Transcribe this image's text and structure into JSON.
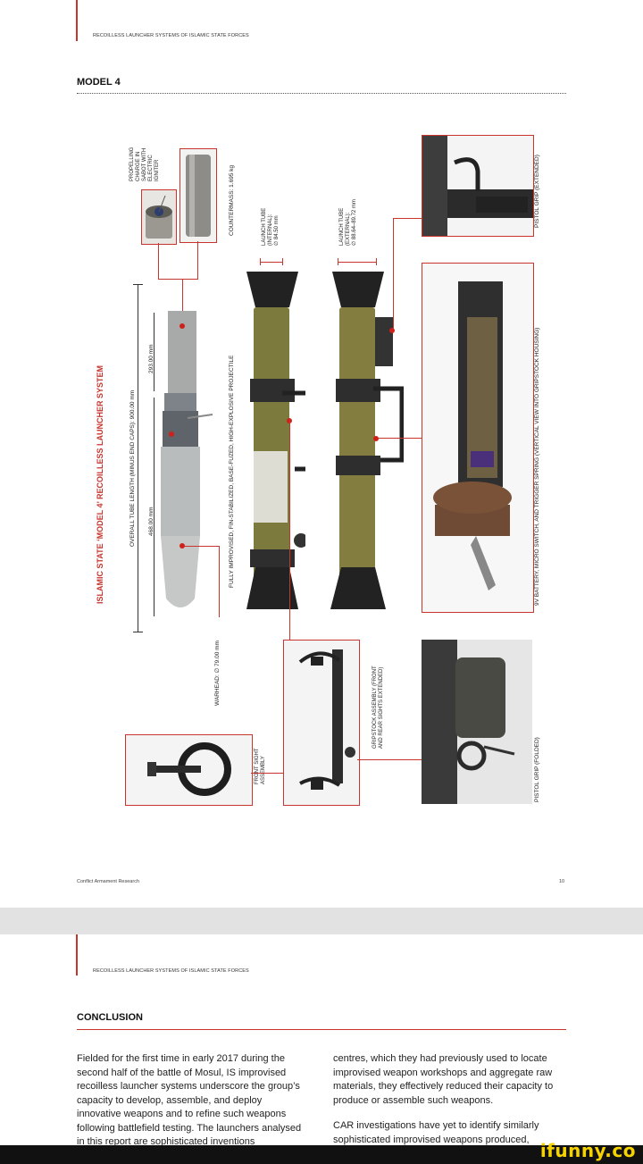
{
  "page1": {
    "running_head": "RECOILLESS LAUNCHER SYSTEMS OF ISLAMIC STATE FORCES",
    "section_title": "MODEL 4",
    "figure_title": "ISLAMIC STATE ‘MODEL 4’ RECOILLESS LAUNCHER SYSTEM",
    "labels": {
      "propelling": "PROPELLING\nCHARGE IN\nSABOT WITH\nELECTRIC\nIGNITER",
      "countermass": "COUNTERMASS: 1.695 kg",
      "tube_internal": "LAUNCH TUBE\n(INTERNAL):\n∅ 84.50 mm",
      "tube_external": "LAUNCH TUBE\n(EXTERNAL):\n∅ 88.64–89.72 mm",
      "pistol_extended": "PISTOL GRIP (EXTENDED)",
      "overall_length": "OVERALL TUBE LENGTH (MINUS END CAPS): 900.00 mm",
      "dim_293": "293.00 mm",
      "dim_468": "468.00 mm",
      "projectile": "FULLY IMPROVISED, FIN-STABILIZED, BASE-FUZED, HIGH-EXPLOSIVE PROJECTILE",
      "battery": "9V BATTERY, MICRO SWITCH, AND TRIGGER SPRING (VERTICAL VIEW INTO GRIPSTOCK HOUSING)",
      "warhead": "WARHEAD: ∅ 79.00 mm",
      "front_sight": "FRONT SIGHT\nASSEMBLY",
      "gripstock": "GRIPSTOCK ASSEMBLY (FRONT\nAND REAR SIGHTS EXTENDED)",
      "pistol_folded": "PISTOL GRIP (FOLDED)"
    },
    "footer_left": "Conflict Armament Research",
    "footer_right": "10"
  },
  "page2": {
    "running_head": "RECOILLESS LAUNCHER SYSTEMS OF ISLAMIC STATE FORCES",
    "section_title": "CONCLUSION",
    "col1_p1": "Fielded for the first time in early 2017 during the second half of the battle of Mosul, IS improvised recoilless launcher systems underscore the group’s capacity to develop, assemble, and deploy innovative weapons and to refine such weapons following battlefield testing. The launchers analysed in this report are sophisticated inventions",
    "col2_p1": "centres, which they had previously used to locate improvised weapon workshops and aggregate raw materials, they effectively reduced their capacity to produce or assemble such weapons.",
    "col2_p2": "CAR investigations have yet to identify similarly sophisticated improvised weapons produced,"
  },
  "watermark": "ifunny.co",
  "colors": {
    "accent": "#c8352e",
    "olive": "#7d7a3e",
    "watermark": "#f5d300"
  }
}
